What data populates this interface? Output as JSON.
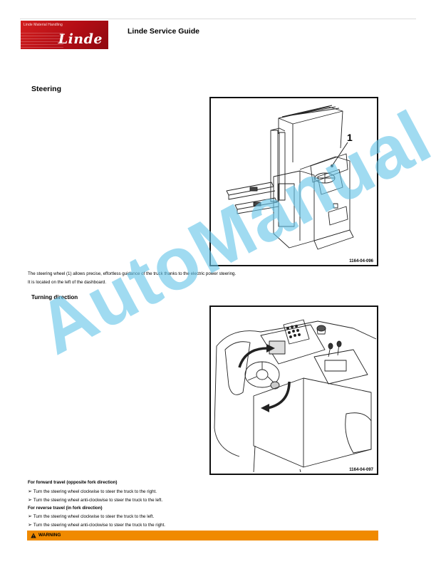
{
  "header": {
    "logo_tagline": "Linde Material Handling",
    "logo_wordmark": "Linde",
    "guide_title": "Linde Service Guide"
  },
  "section": {
    "title": "Steering"
  },
  "figure1": {
    "code": "1164-04-096",
    "callout": "1"
  },
  "paragraph": {
    "line1": "The steering wheel (1) allows precise, effortless guidance of the truck thanks to the electric power steering.",
    "line2": "It is located on the left of the dashboard."
  },
  "subsection": {
    "title": "Turning direction"
  },
  "figure2": {
    "code": "1164-04-097"
  },
  "instructions": {
    "forward_heading": "For forward travel (opposite fork direction)",
    "forward_steps": [
      "Turn the steering wheel clockwise to steer the truck to the right.",
      "Turn the steering wheel anti-clockwise to steer the truck to the left."
    ],
    "reverse_heading": "For reverse travel (in fork direction)",
    "reverse_steps": [
      "Turn the steering wheel clockwise to steer the truck to the left.",
      "Turn the steering wheel anti-clockwise to steer the truck to the right."
    ],
    "bullet_icon": "arrow-bullet-icon"
  },
  "warning": {
    "label": "WARNING",
    "icon": "warning-triangle-icon",
    "color": "#f08a00"
  },
  "watermark": {
    "text": "AutoManual",
    "color": "#67c6ea"
  }
}
